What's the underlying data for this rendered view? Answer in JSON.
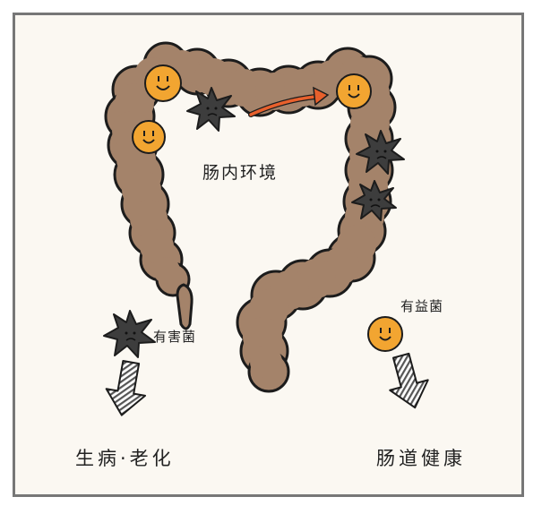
{
  "labels": {
    "title": "肠内环境",
    "harmful_bacteria": "有害菌",
    "beneficial_bacteria": "有益菌",
    "bad_outcome": "生病·老化",
    "good_outcome": "肠道健康"
  },
  "colors": {
    "background": "#fbf8f2",
    "frame": "#777777",
    "intestine": "#a4836a",
    "outline": "#1c1c1c",
    "good_bacteria": "#f2a531",
    "bad_bacteria": "#3d3d3d",
    "arrow": "#e8602c"
  },
  "icons": {
    "good": "smiling-bacteria-icon",
    "bad": "spiky-bacteria-icon",
    "down_arrow": "striped-down-arrow-icon"
  }
}
